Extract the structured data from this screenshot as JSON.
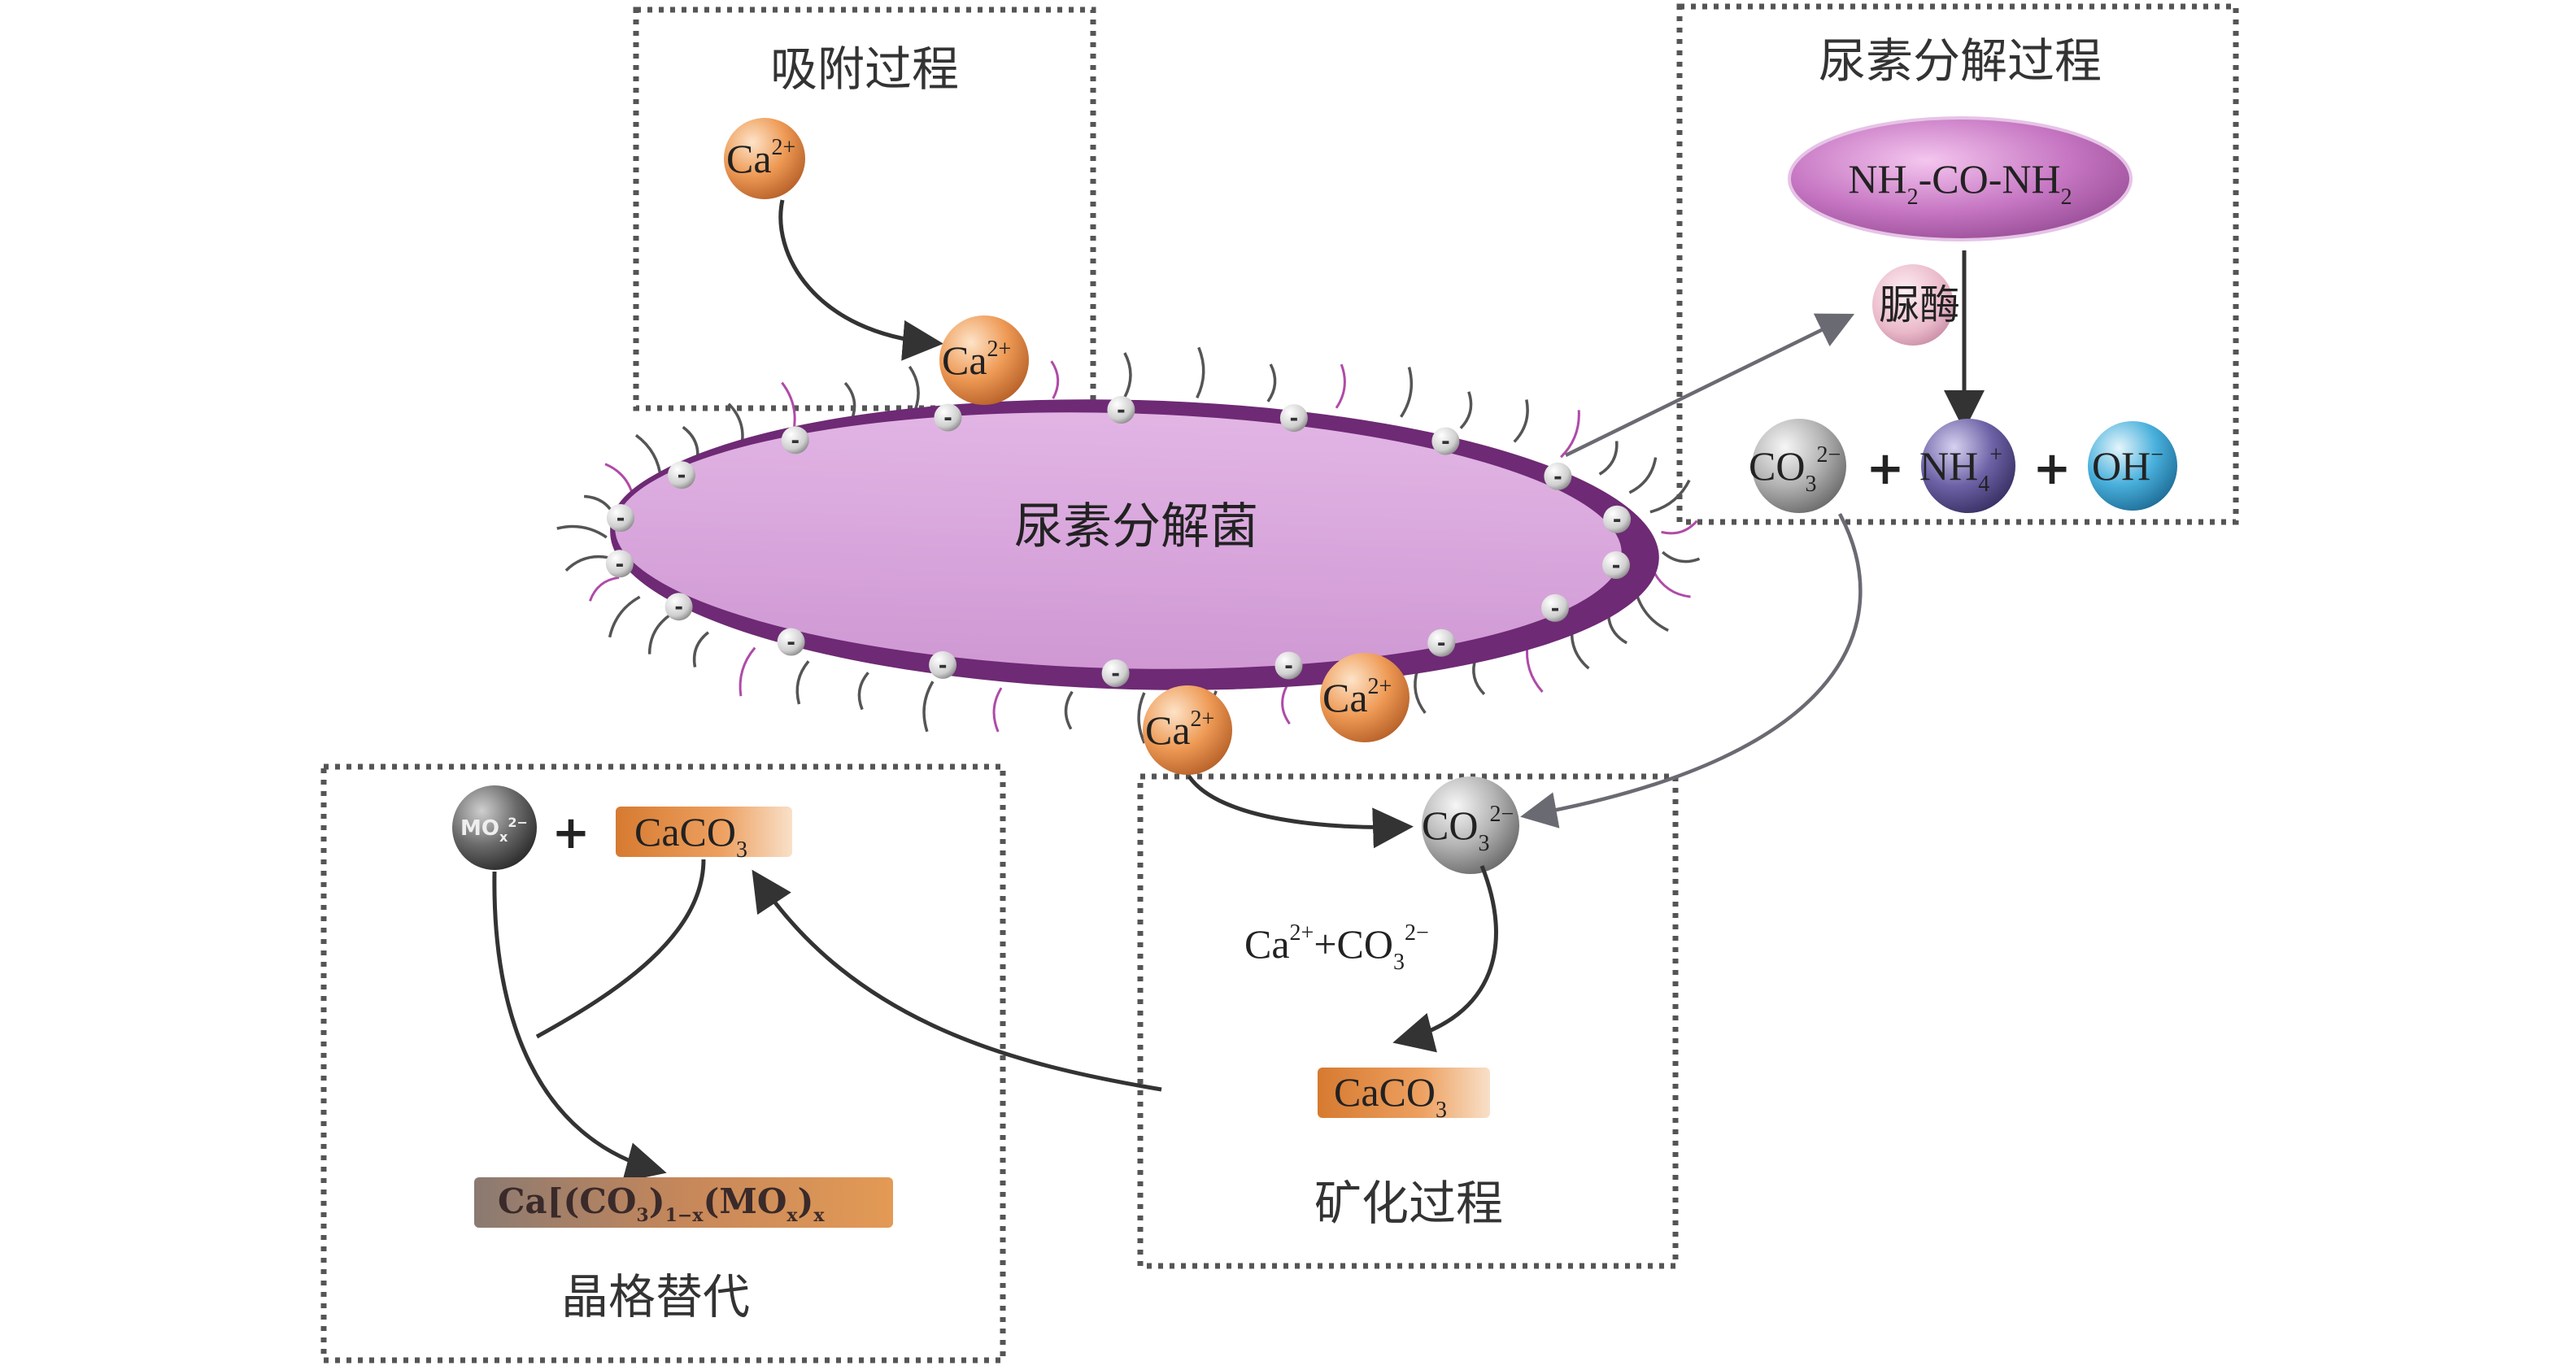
{
  "boxes": {
    "adsorption": {
      "title": "吸附过程"
    },
    "urea_decomposition": {
      "title": "尿素分解过程"
    },
    "mineralization": {
      "title": "矿化过程"
    },
    "lattice_substitution": {
      "title": "晶格替代"
    }
  },
  "bacterium": {
    "label": "尿素分解菌",
    "surface_charge": "-"
  },
  "ions": {
    "ca_base": "Ca",
    "ca_sup": "2+",
    "co3_base": "CO",
    "co3_sub": "3",
    "co3_sup": "2−",
    "nh4_base": "NH",
    "nh4_sub": "4",
    "nh4_sup": "+",
    "oh_base": "OH",
    "oh_sup": "−",
    "mo_base": "MO",
    "mo_sub": "x",
    "mo_sup": "2−"
  },
  "urea": {
    "part1": "NH",
    "sub1": "2",
    "part2": "-CO-NH",
    "sub2": "2"
  },
  "urease": "脲酶",
  "plus_sign": "+",
  "caco3": {
    "base": "CaCO",
    "sub": "3"
  },
  "mineral_reaction": {
    "ca": "Ca",
    "ca_sup": "2+",
    "plus": "+",
    "co": "CO",
    "co_sub": "3",
    "co_sup": "2−"
  },
  "substituted": {
    "p1": "Ca[(CO",
    "s1": "3",
    "p2": ")",
    "s2": "1−x",
    "p3": "(MO",
    "s3": "x",
    "p4": ")",
    "s4": "x"
  },
  "colors": {
    "bacterium_fill": "#d9a6dc",
    "bacterium_rim": "#6e2a74",
    "ca_ion": "#e8914a",
    "co3_ion": "#a7a7a7",
    "nh4_ion": "#5b4f93",
    "oh_ion": "#3aa0d0",
    "urea_fill": "#c06fc0",
    "urease_fill": "#e7b7c7",
    "caco3_fill": "#e08a3d",
    "substituted_fill": "#b07a5a",
    "box_border": "#555555"
  },
  "icons": [
    "dashed-box",
    "ion-sphere",
    "negative-charge",
    "arrow"
  ]
}
